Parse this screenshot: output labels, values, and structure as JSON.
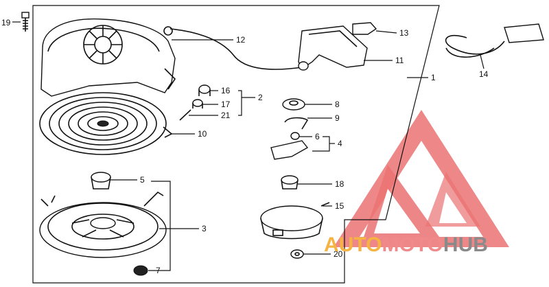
{
  "callouts": [
    {
      "id": "19",
      "label": "19"
    },
    {
      "id": "12",
      "label": "12"
    },
    {
      "id": "13",
      "label": "13"
    },
    {
      "id": "11",
      "label": "11"
    },
    {
      "id": "1",
      "label": "1"
    },
    {
      "id": "14",
      "label": "14"
    },
    {
      "id": "16",
      "label": "16"
    },
    {
      "id": "2",
      "label": "2"
    },
    {
      "id": "17",
      "label": "17"
    },
    {
      "id": "21",
      "label": "21"
    },
    {
      "id": "8",
      "label": "8"
    },
    {
      "id": "9",
      "label": "9"
    },
    {
      "id": "10",
      "label": "10"
    },
    {
      "id": "6",
      "label": "6"
    },
    {
      "id": "4",
      "label": "4"
    },
    {
      "id": "5",
      "label": "5"
    },
    {
      "id": "18",
      "label": "18"
    },
    {
      "id": "15",
      "label": "15"
    },
    {
      "id": "3",
      "label": "3"
    },
    {
      "id": "7",
      "label": "7"
    },
    {
      "id": "20",
      "label": "20"
    }
  ],
  "watermark": {
    "auto": "AUTO",
    "moto": "MOTO",
    "hub": "HUB",
    "colors": {
      "auto": "#f5b342",
      "moto": "#f08a8a",
      "hub": "#8a8a8a",
      "triangle": "#e85a5a"
    }
  }
}
